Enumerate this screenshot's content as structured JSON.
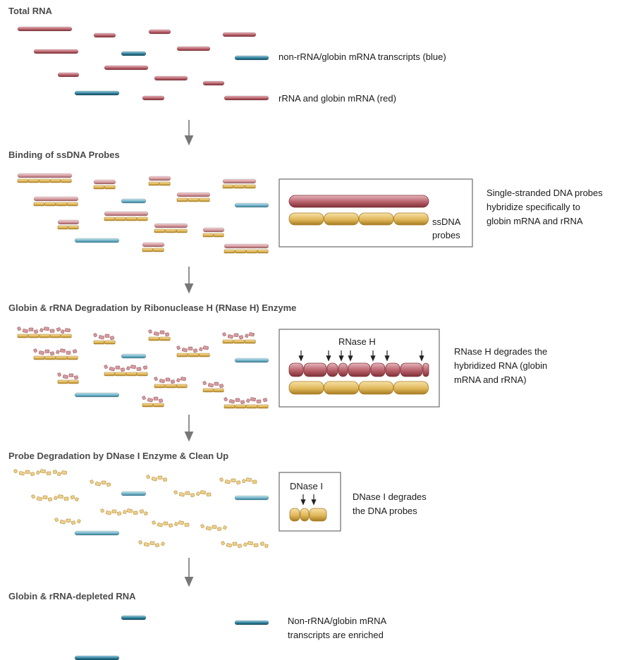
{
  "sections": [
    {
      "title": "Total RNA"
    },
    {
      "title": "Binding of ssDNA Probes"
    },
    {
      "title": "Globin & rRNA Degradation by Ribonuclease H (RNase H) Enzyme"
    },
    {
      "title": "Probe Degradation by DNase I Enzyme & Clean Up"
    },
    {
      "title": "Globin & rRNA-depleted RNA"
    }
  ],
  "legend": {
    "blue": "non-rRNA/globin mRNA transcripts (blue)",
    "red": "rRNA and globin mRNA (red)"
  },
  "inset_probes": {
    "label_line1": "ssDNA",
    "label_line2": "probes"
  },
  "desc_probes": [
    "Single-stranded DNA probes",
    "hybridize specifically to",
    "globin mRNA and rRNA"
  ],
  "inset_rnase": {
    "label": "RNase H"
  },
  "desc_rnase": [
    "RNase H degrades the",
    "hybridized RNA (globin",
    "mRNA and rRNA)"
  ],
  "inset_dnase": {
    "label": "DNase I"
  },
  "desc_dnase": [
    "DNase I degrades",
    "the DNA probes"
  ],
  "desc_final": [
    "Non-rRNA/globin mRNA",
    "transcripts are enriched"
  ],
  "colors": {
    "rna_red": "#b8606a",
    "rna_blue": "#2e7f9a",
    "probe_gold": "#e0b85a",
    "arrow": "#777777"
  }
}
